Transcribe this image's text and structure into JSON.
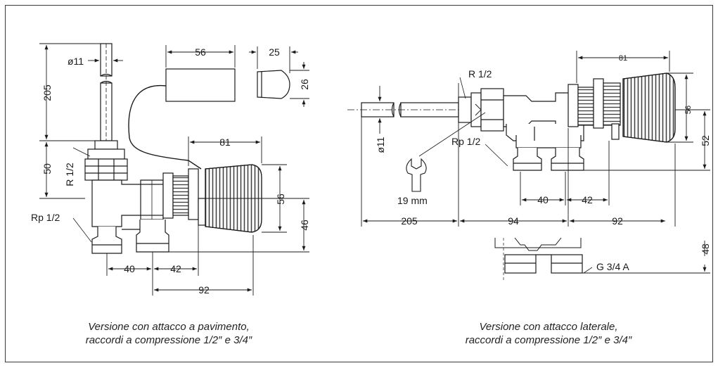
{
  "left_view": {
    "caption_line1": "Versione con attacco a pavimento,",
    "caption_line2": "raccordi a compressione 1/2″ e 3/4″",
    "dims": {
      "d11": "ø11",
      "h205": "205",
      "h50": "50",
      "r12": "R 1/2",
      "rp12": "Rp 1/2",
      "w56": "56",
      "w25": "25",
      "h26": "26",
      "w81": "81",
      "h56": "56",
      "h46": "46",
      "w40": "40",
      "w42": "42",
      "w92": "92"
    }
  },
  "right_view": {
    "caption_line1": "Versione con attacco laterale,",
    "caption_line2": "raccordi a compressione 1/2″ e 3/4″",
    "dims": {
      "r12": "R 1/2",
      "d11": "ø11",
      "rp12": "Rp 1/2",
      "wrench": "19 mm",
      "w81": "81",
      "h56": "56",
      "h52": "52",
      "w40": "40",
      "w42": "42",
      "w205": "205",
      "w94": "94",
      "w92": "92",
      "h48": "48",
      "g34": "G 3/4 A"
    }
  }
}
